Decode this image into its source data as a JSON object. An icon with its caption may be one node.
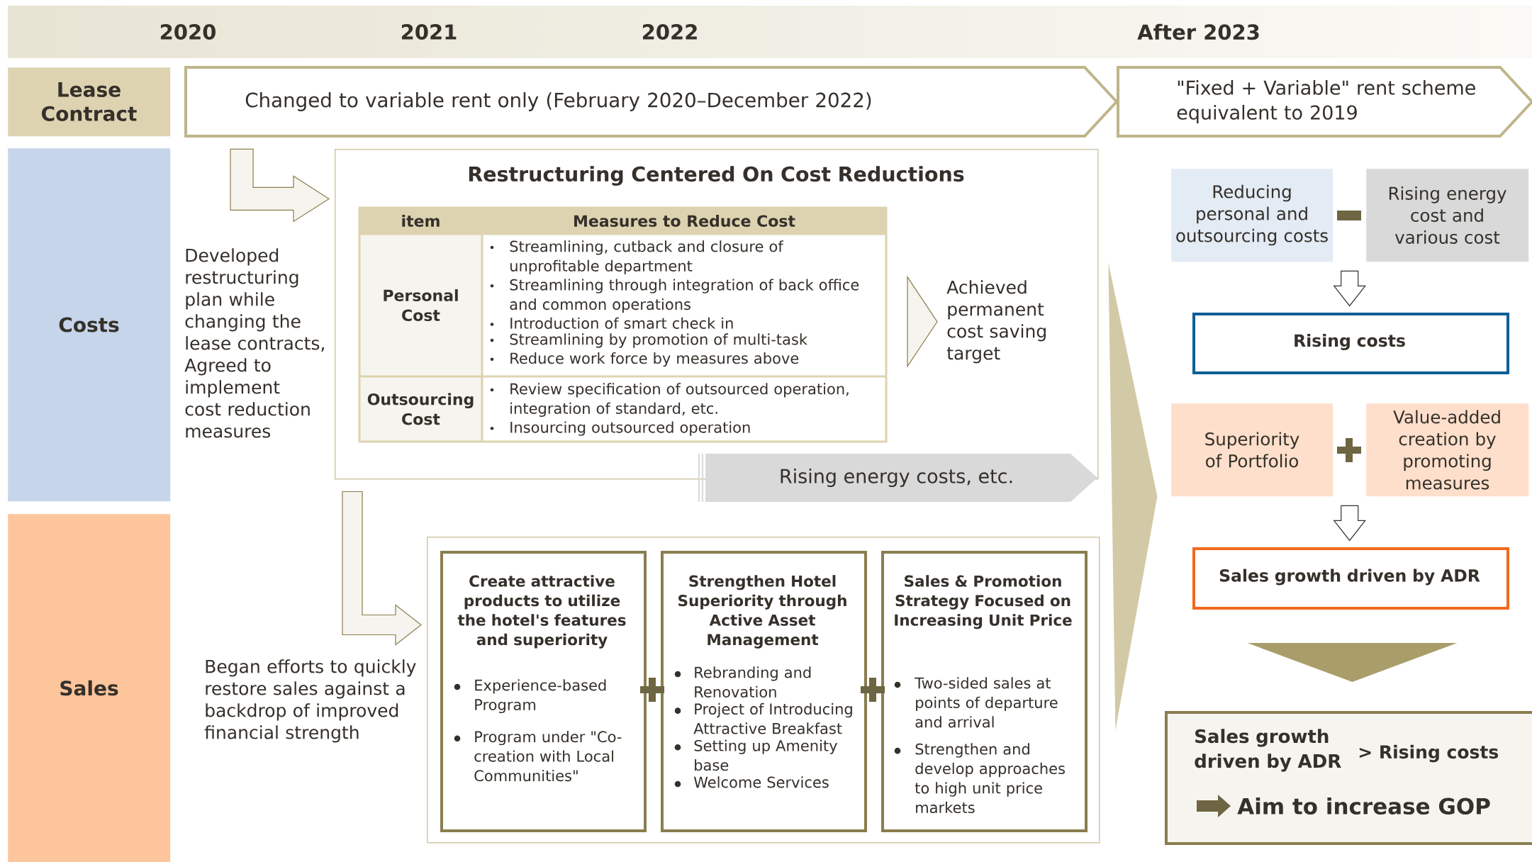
{
  "diagram": {
    "nodes": [
      {
        "text": [
          "Lease Contract"
        ]
      },
      {
        "text": [
          "Costs"
        ]
      },
      {
        "text": [
          "Sales"
        ]
      },
      {
        "text": [
          "Changed to variable rent only (February 2020–December 2022)"
        ]
      },
      {
        "text": [
          "\"Fixed + Variable\" rent scheme equivalent to 2019"
        ]
      },
      {
        "text": [
          "Restructuring Centered On Cost Reductions"
        ]
      },
      {
        "text": [
          "Achieved permanent cost saving target"
        ],
        "in": 5
      },
      {
        "text": [
          "Rising energy costs, etc."
        ]
      },
      {
        "text": [],
        "shape": "box"
      },
      {
        "text": [
          "Create attractive products to utilize the hotel's features and superiority",
          "Experience-based Program",
          "Program under \"Co-creation with Local Communities\""
        ],
        "in": 8
      },
      {
        "text": [
          "Strengthen Hotel Superiority through Active Asset Management",
          "Rebranding and Renovation",
          "Project of Introducing Attractive Breakfast",
          "Setting up Amenity base",
          "Welcome Services"
        ],
        "in": 8
      },
      {
        "text": [
          "Sales & Promotion Strategy Focused on Increasing Unit Price",
          "Two-sided sales at points of departure and arrival",
          "Strengthen and develop approaches to high unit price markets"
        ],
        "in": 8
      },
      {
        "text": [
          "Reducing personal and outsourcing costs"
        ]
      },
      {
        "text": [
          "Rising energy cost and various cost"
        ]
      },
      {
        "text": [
          "Rising costs"
        ]
      },
      {
        "text": [
          "Superiority of Portfolio"
        ]
      },
      {
        "text": [
          "Value-added creation by promoting measures"
        ]
      },
      {
        "text": [
          "Sales growth driven by ADR"
        ]
      },
      {
        "text": [
          "Sales growth driven by ADR",
          "> Rising costs",
          "Aim to increase GOP"
        ]
      }
    ],
    "edges": [
      {
        "from": 3,
        "to": 5,
        "arrow": "to"
      },
      {
        "from": 5,
        "to": 8,
        "arrow": "to"
      },
      {
        "from": null,
        "to": 6,
        "arrow": "to"
      },
      {
        "from": 12,
        "to": 14,
        "arrow": "to"
      },
      {
        "from": 13,
        "to": 14,
        "arrow": "to"
      },
      {
        "from": 15,
        "to": 17,
        "arrow": "to"
      },
      {
        "from": 16,
        "to": 17,
        "arrow": "to"
      },
      {
        "from": 17,
        "to": 18,
        "arrow": "to"
      },
      {
        "from": 7,
        "to": null,
        "arrow": "to"
      }
    ],
    "labels": [
      "2020",
      "2021",
      "2022",
      "After 2023",
      "Developed restructuring plan while changing the lease contracts, Agreed to implement cost reduction measures",
      "item",
      "Measures to Reduce Cost",
      "Personal Cost",
      "Streamlining, cutback and closure of unprofitable department",
      "Streamlining through integration of back office and common operations",
      "Introduction of smart check in",
      "Streamlining by promotion of multi-task",
      "Reduce work force by measures above",
      "Outsourcing Cost",
      "Review specification of outsourced operation, integration of standard, etc.",
      "Insourcing outsourced operation",
      "Began efforts to quickly restore sales against a backdrop of improved financial strength"
    ]
  }
}
